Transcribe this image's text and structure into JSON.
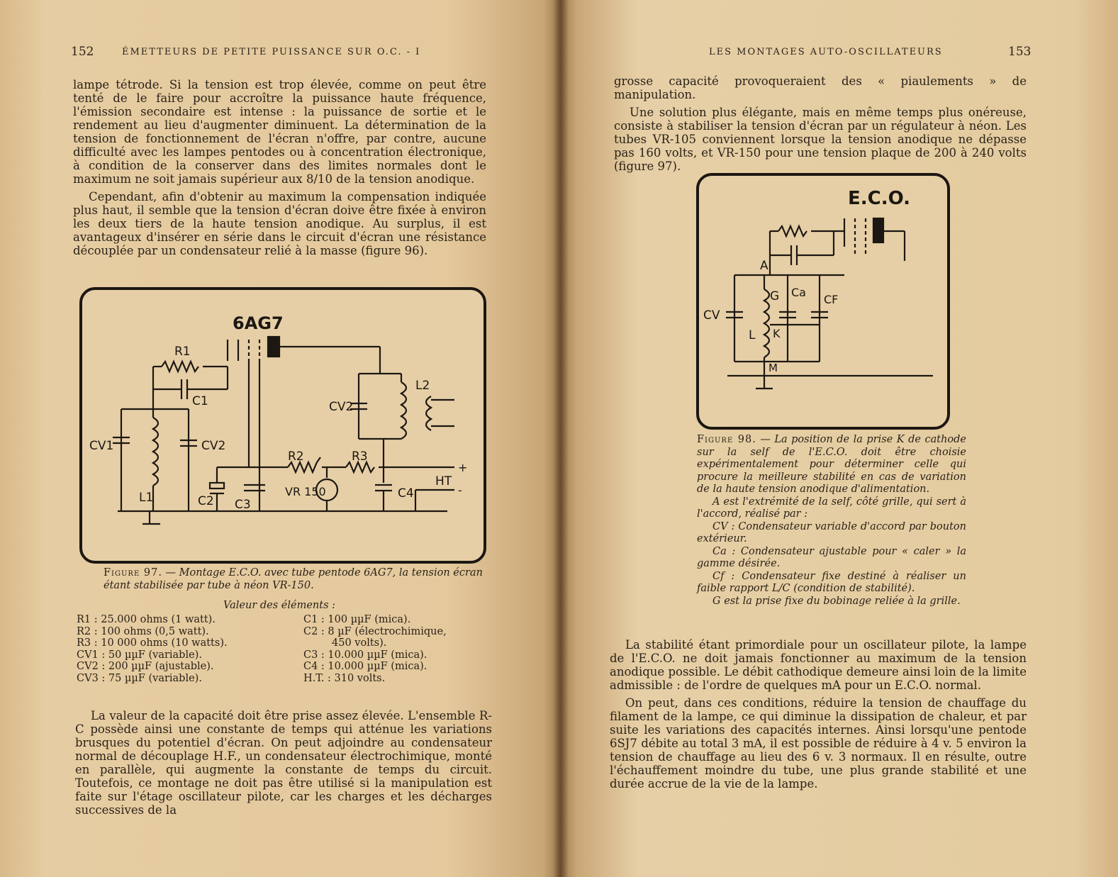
{
  "left_page": {
    "page_number": "152",
    "running_head": "ÉMETTEURS DE PETITE PUISSANCE SUR O.C. - I",
    "paragraphs": [
      "lampe tétrode. Si la tension est trop élevée, comme on peut être tenté de le faire pour accroître la puissance haute fréquence, l'émission secondaire est intense : la puissance de sortie et le rendement au lieu d'augmenter diminuent. La détermination de la tension de fonctionnement de l'écran n'offre, par contre, aucune difficulté avec les lampes pentodes ou à concentration électronique, à condition de la conserver dans des limites normales dont le maximum ne soit jamais supérieur aux 8/10 de la tension anodique.",
      "Cependant, afin d'obtenir au maximum la compensation indiquée plus haut, il semble que la tension d'écran doive être fixée à environ les deux tiers de la haute tension anodique. Au surplus, il est avantageux d'insérer en série dans le circuit d'écran une résistance découplée par un condensateur relié à la masse (figure 96).",
      "La valeur de la capacité doit être prise assez élevée. L'ensemble R-C possède ainsi une constante de temps qui atténue les variations brusques du potentiel d'écran. On peut adjoindre au condensateur normal de découplage H.F., un condensateur électrochimique, monté en parallèle, qui augmente la constante de temps du circuit. Toutefois, ce montage ne doit pas être utilisé si la manipulation est faite sur l'étage oscillateur pilote, car les charges et les décharges successives de la"
    ],
    "figure": {
      "tube_label": "6AG7",
      "labels": [
        "R1",
        "C1",
        "CV1",
        "CV2",
        "L1",
        "R2",
        "R3",
        "C2",
        "C3",
        "VR 150",
        "C4",
        "CV2",
        "L2",
        "HT",
        "+",
        "-"
      ]
    },
    "caption": {
      "figure_label": "Figure 97.",
      "text": "— Montage E.C.O. avec tube pentode 6AG7, la tension écran étant stabilisée par tube à néon VR-150."
    },
    "components_title": "Valeur des éléments :",
    "components_left": [
      "R1 : 25.000 ohms (1 watt).",
      "R2 : 100 ohms (0,5 watt).",
      "R3 : 10 000 ohms (10 watts).",
      "CV1 : 50 µµF (variable).",
      "CV2 : 200 µµF (ajustable).",
      "CV3 : 75 µµF (variable)."
    ],
    "components_right": [
      "C1 : 100 µµF (mica).",
      "C2 : 8 µF (électrochimique,",
      "450 volts).",
      "C3 : 10.000 µµF (mica).",
      "C4 : 10.000 µµF (mica).",
      "H.T. : 310 volts."
    ]
  },
  "right_page": {
    "page_number": "153",
    "running_head": "LES MONTAGES AUTO-OSCILLATEURS",
    "paragraphs_top": [
      "grosse capacité provoqueraient des « piaulements » de manipulation.",
      "Une solution plus élégante, mais en même temps plus onéreuse, consiste à stabiliser la tension d'écran par un régulateur à néon. Les tubes VR-105 conviennent lorsque la tension anodique ne dépasse pas 160 volts, et VR-150 pour une tension plaque de 200 à 240 volts (figure 97)."
    ],
    "figure": {
      "title": "E.C.O.",
      "labels": [
        "A",
        "G",
        "Ca",
        "CF",
        "CV",
        "L",
        "K",
        "M"
      ]
    },
    "caption": {
      "figure_label": "Figure 98.",
      "lines": [
        "— La position de la prise K de cathode sur la self de l'E.C.O. doit être choisie expérimentalement pour déterminer celle qui procure la meilleure stabilité en cas de variation de la haute tension anodique d'alimentation.",
        "A est l'extrémité de la self, côté grille, qui sert à l'accord, réalisé par :",
        "CV : Condensateur variable d'accord par bouton extérieur.",
        "Ca : Condensateur ajustable pour « caler » la gamme désirée.",
        "Cf : Condensateur fixe destiné à réaliser un faible rapport L/C (condition de stabilité).",
        "G est la prise fixe du bobinage reliée à la grille."
      ]
    },
    "paragraphs_bottom": [
      "La stabilité étant primordiale pour un oscillateur pilote, la lampe de l'E.C.O. ne doit jamais fonctionner au maximum de la tension anodique possible. Le débit cathodique demeure ainsi loin de la limite admissible : de l'ordre de quelques mA pour un E.C.O. normal.",
      "On peut, dans ces conditions, réduire la tension de chauffage du filament de la lampe, ce qui diminue la dissipation de chaleur, et par suite les variations des capacités internes. Ainsi lorsqu'une pentode 6SJ7 débite au total 3 mA, il est possible de réduire à 4 v. 5 environ la tension de chauffage au lieu des 6 v. 3 normaux. Il en résulte, outre l'échauffement moindre du tube, une plus grande stabilité et une durée accrue de la vie de la lampe."
    ]
  }
}
